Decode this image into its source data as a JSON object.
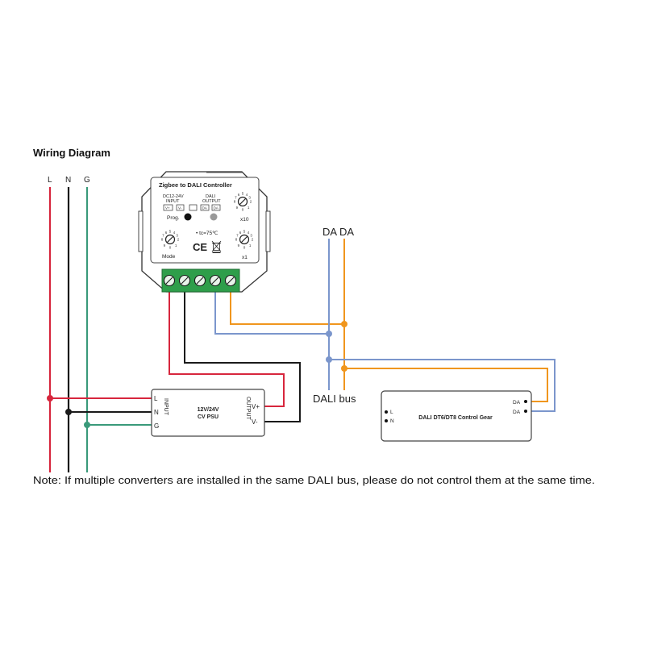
{
  "title": "Wiring Diagram",
  "mains": {
    "l": "L",
    "n": "N",
    "g": "G"
  },
  "controller": {
    "name": "Zigbee to DALI Controller",
    "input_line1": "DC12-24V",
    "input_line2": "INPUT",
    "input_t1": "V+",
    "input_t2": "V-",
    "output_line1": "DALI",
    "output_line2": "OUTPUT",
    "output_t1": "DA",
    "output_t2": "DA",
    "prog": "Prog.",
    "mode": "Mode",
    "x10": "x10",
    "x1": "x1",
    "tc": "• tc=75℃",
    "ce": "CE",
    "dial_digits": [
      "0",
      "1",
      "2",
      "3",
      "4",
      "5",
      "6",
      "7",
      "8",
      "9"
    ]
  },
  "psu": {
    "input_label": "INPUT",
    "output_label": "OUTPUT",
    "t_l": "L",
    "t_n": "N",
    "t_g": "G",
    "name1": "12V/24V",
    "name2": "CV PSU",
    "v_plus": "V+",
    "v_minus": "V-"
  },
  "bus": {
    "top_label": "DA DA",
    "bottom_label": "DALI bus"
  },
  "gear": {
    "name": "DALI DT6/DT8 Control Gear",
    "l": "L",
    "n": "N",
    "da1": "DA",
    "da2": "DA"
  },
  "note": "Note: If multiple converters are installed in the same DALI bus, please do not control them at the same time.",
  "colors": {
    "red": "#d7263d",
    "black": "#1a1a1a",
    "green": "#3a9a7a",
    "blue": "#7b96cc",
    "orange": "#f0961e",
    "terminal": "#2e9e4a"
  }
}
